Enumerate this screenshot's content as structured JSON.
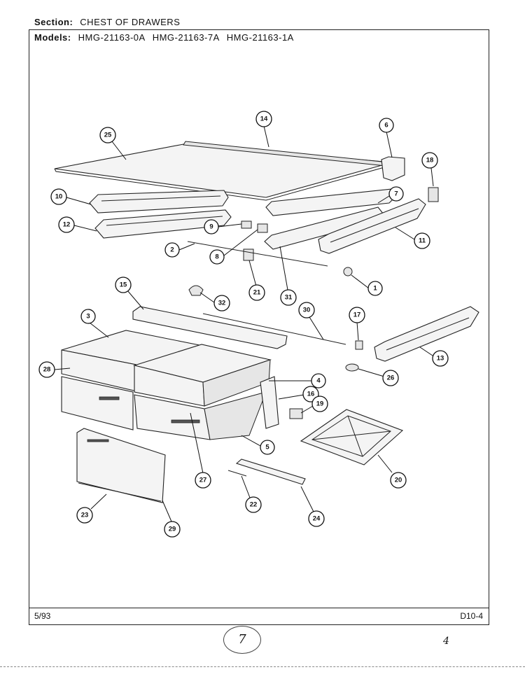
{
  "header": {
    "section_label": "Section:",
    "section_value": "CHEST OF DRAWERS",
    "models_label": "Models:",
    "models": [
      "HMG-21163-0A",
      "HMG-21163-7A",
      "HMG-21163-1A"
    ]
  },
  "footer": {
    "date": "5/93",
    "page_code": "D10-4"
  },
  "handwriting": {
    "circled": "7",
    "corner": "4"
  },
  "callouts": [
    "1",
    "2",
    "3",
    "4",
    "5",
    "6",
    "7",
    "8",
    "9",
    "10",
    "11",
    "12",
    "13",
    "14",
    "15",
    "16",
    "17",
    "18",
    "19",
    "20",
    "21",
    "22",
    "23",
    "24",
    "25",
    "26",
    "27",
    "28",
    "29",
    "30",
    "31",
    "32"
  ]
}
